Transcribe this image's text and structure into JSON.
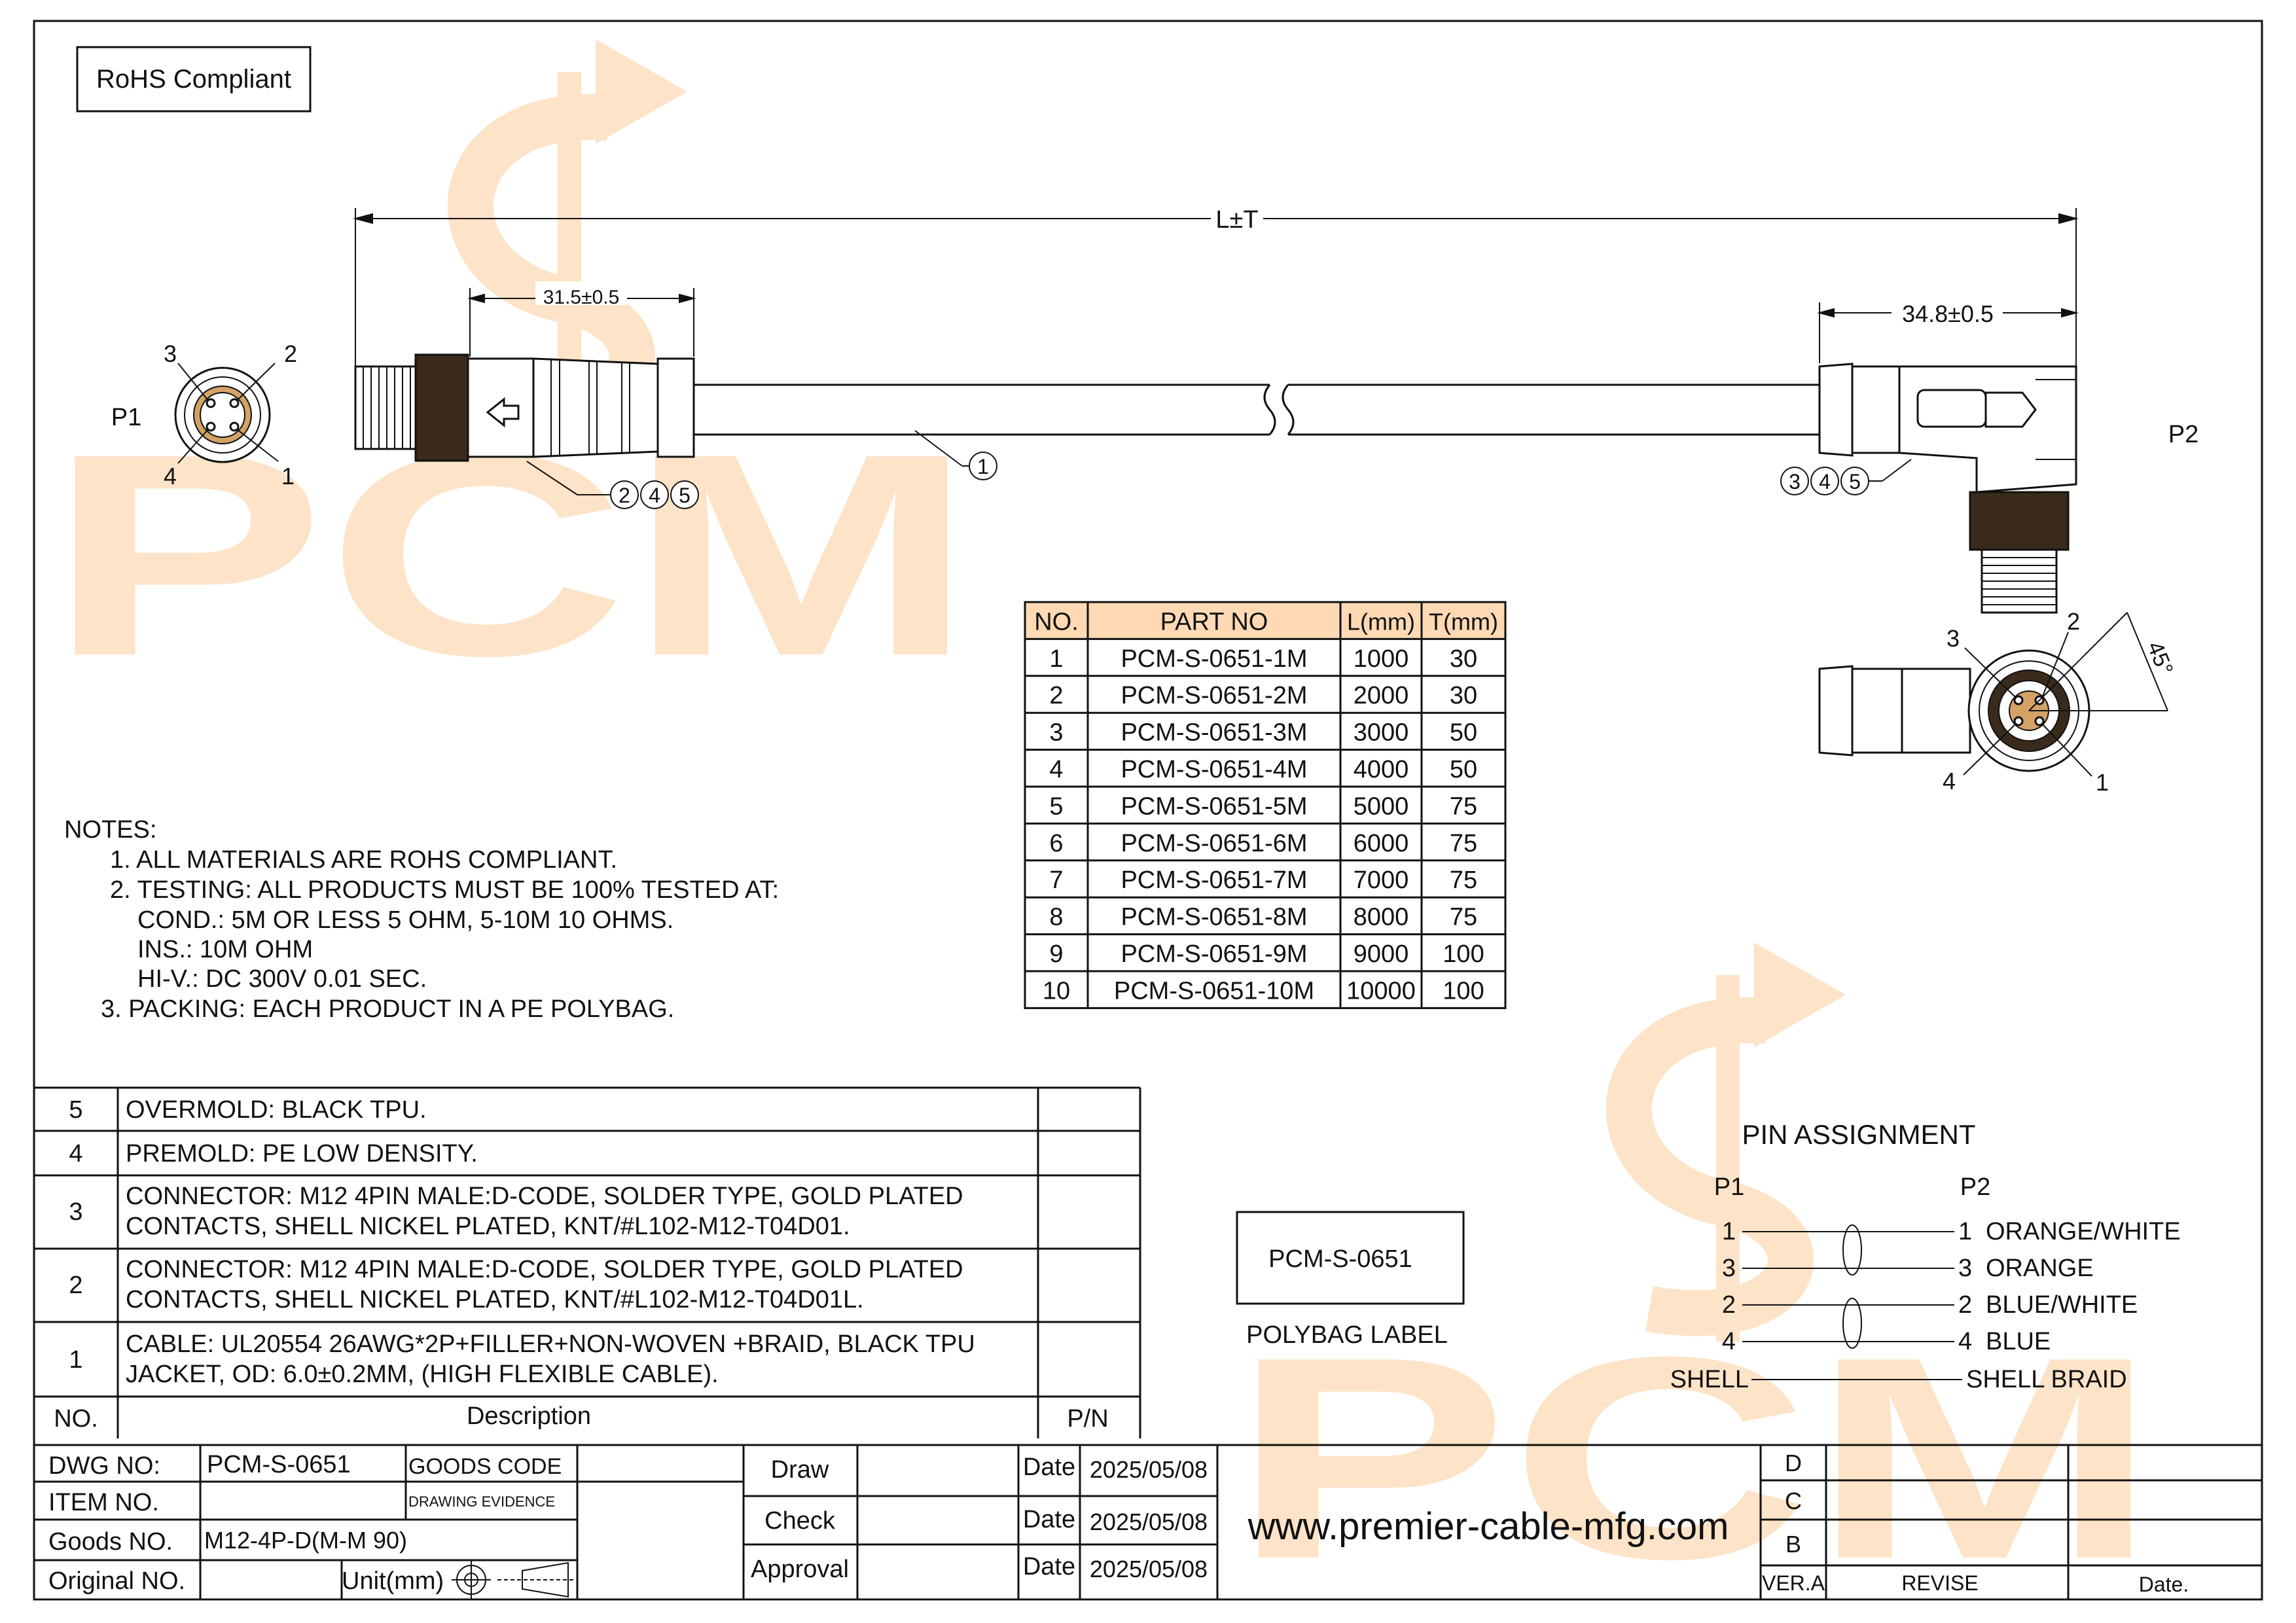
{
  "watermark": {
    "text": "PCM",
    "color": "#fde3c7"
  },
  "rohs_box": "RoHS Compliant",
  "dimensions": {
    "overall": "L±T",
    "p1_length": "31.5±0.5",
    "p2_length": "34.8±0.5",
    "angle": "45°"
  },
  "connector_labels": {
    "p1": "P1",
    "p2": "P2"
  },
  "pin_numbers": {
    "p1": [
      "3",
      "2",
      "4",
      "1"
    ],
    "p2": [
      "3",
      "2",
      "4",
      "1"
    ]
  },
  "balloons": {
    "cable": "1",
    "p1_group": [
      "2",
      "4",
      "5"
    ],
    "p2_group": [
      "3",
      "4",
      "5"
    ]
  },
  "part_table": {
    "headers": [
      "NO.",
      "PART NO",
      "L(mm)",
      "T(mm)"
    ],
    "rows": [
      [
        "1",
        "PCM-S-0651-1M",
        "1000",
        "30"
      ],
      [
        "2",
        "PCM-S-0651-2M",
        "2000",
        "30"
      ],
      [
        "3",
        "PCM-S-0651-3M",
        "3000",
        "50"
      ],
      [
        "4",
        "PCM-S-0651-4M",
        "4000",
        "50"
      ],
      [
        "5",
        "PCM-S-0651-5M",
        "5000",
        "75"
      ],
      [
        "6",
        "PCM-S-0651-6M",
        "6000",
        "75"
      ],
      [
        "7",
        "PCM-S-0651-7M",
        "7000",
        "75"
      ],
      [
        "8",
        "PCM-S-0651-8M",
        "8000",
        "75"
      ],
      [
        "9",
        "PCM-S-0651-9M",
        "9000",
        "100"
      ],
      [
        "10",
        "PCM-S-0651-10M",
        "10000",
        "100"
      ]
    ]
  },
  "notes": [
    "NOTES:",
    "1. ALL MATERIALS ARE ROHS COMPLIANT.",
    "2. TESTING: ALL PRODUCTS MUST BE 100% TESTED AT:",
    "COND.: 5M OR LESS 5 OHM, 5-10M 10 OHMS.",
    "INS.: 10M OHM",
    "HI-V.: DC 300V 0.01 SEC.",
    "3. PACKING: EACH PRODUCT IN A PE POLYBAG."
  ],
  "bom": {
    "rows": [
      {
        "no": "5",
        "lines": [
          "OVERMOLD: BLACK TPU."
        ]
      },
      {
        "no": "4",
        "lines": [
          "PREMOLD: PE LOW DENSITY."
        ]
      },
      {
        "no": "3",
        "lines": [
          "CONNECTOR: M12 4PIN MALE:D-CODE, SOLDER TYPE, GOLD PLATED",
          "CONTACTS, SHELL NICKEL PLATED, KNT/#L102-M12-T04D01."
        ]
      },
      {
        "no": "2",
        "lines": [
          "CONNECTOR: M12 4PIN MALE:D-CODE, SOLDER TYPE, GOLD PLATED",
          "CONTACTS, SHELL NICKEL PLATED, KNT/#L102-M12-T04D01L."
        ]
      },
      {
        "no": "1",
        "lines": [
          "CABLE: UL20554 26AWG*2P+FILLER+NON-WOVEN +BRAID, BLACK TPU",
          "JACKET, OD: 6.0±0.2MM, (HIGH FLEXIBLE CABLE)."
        ]
      }
    ],
    "header": {
      "no": "NO.",
      "description": "Description",
      "pn": "P/N"
    }
  },
  "polybag": {
    "value": "PCM-S-0651",
    "caption": "POLYBAG LABEL"
  },
  "pin_assignment": {
    "title": "PIN  ASSIGNMENT",
    "p1_header": "P1",
    "p2_header": "P2",
    "rows": [
      {
        "p1": "1",
        "p2": "1",
        "color": "ORANGE/WHITE"
      },
      {
        "p1": "3",
        "p2": "3",
        "color": "ORANGE"
      },
      {
        "p1": "2",
        "p2": "2",
        "color": "BLUE/WHITE"
      },
      {
        "p1": "4",
        "p2": "4",
        "color": "BLUE"
      }
    ],
    "shell_p1": "SHELL",
    "shell_p2": "SHELL BRAID"
  },
  "title_block": {
    "dwg_no_label": "DWG NO:",
    "dwg_no": "PCM-S-0651",
    "goods_code": "GOODS CODE",
    "item_no_label": "ITEM NO.",
    "drawing_evidence": "DRAWING EVIDENCE",
    "goods_no_label": "Goods NO.",
    "goods_no": "M12-4P-D(M-M 90)",
    "original_no_label": "Original NO.",
    "unit": "Unit(mm)",
    "draw": "Draw",
    "check": "Check",
    "approval": "Approval",
    "date_label": "Date",
    "dates": [
      "2025/05/08",
      "2025/05/08",
      "2025/05/08"
    ],
    "website": "www.premier-cable-mfg.com",
    "revisions": [
      "D",
      "C",
      "B"
    ],
    "ver": "VER.A",
    "revise": "REVISE",
    "date_col": "Date."
  }
}
